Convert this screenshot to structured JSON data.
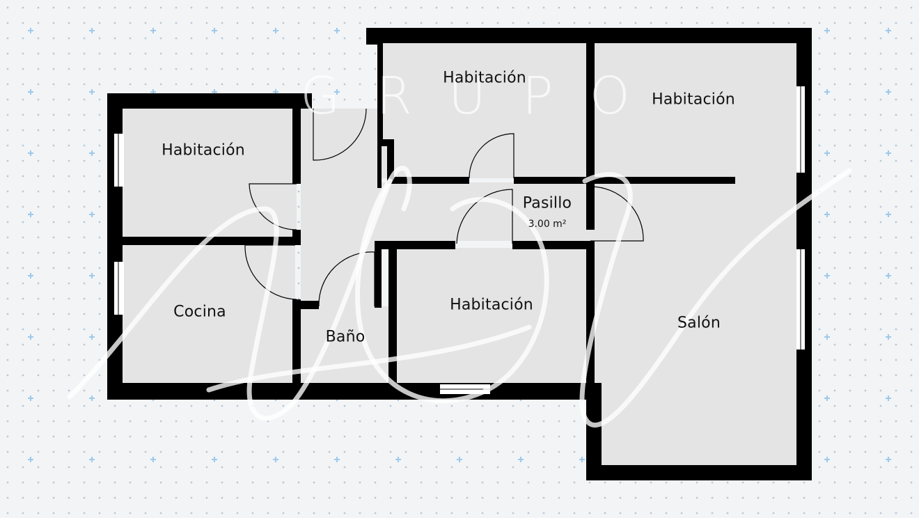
{
  "watermark": {
    "text": "GRUPO MST"
  },
  "rooms": {
    "habitacion_left": "Habitación",
    "habitacion_top_center": "Habitación",
    "habitacion_top_right": "Habitación",
    "habitacion_center": "Habitación",
    "cocina": "Cocina",
    "bano": "Baño",
    "pasillo": "Pasillo",
    "pasillo_area": "3.00 m²",
    "salon": "Salón"
  },
  "colors": {
    "wall": "#000000",
    "floor": "#e4e4e4",
    "background": "#f2f4f6",
    "dot_grid": "#b7c8d6",
    "cross_marks": "#9ec9ea",
    "window": "#ffffff"
  }
}
